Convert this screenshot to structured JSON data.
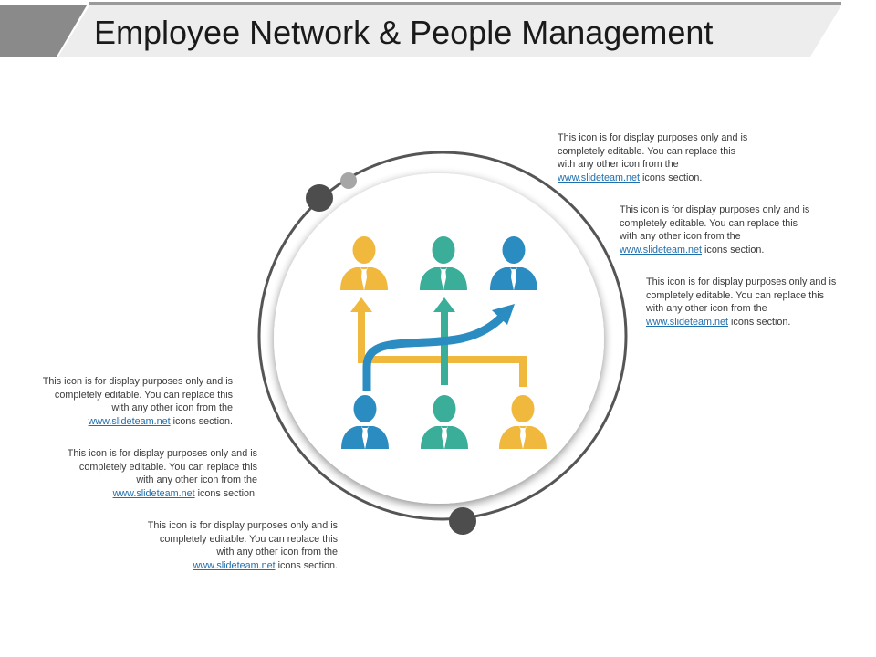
{
  "title": "Employee Network & People Management",
  "notes": [
    {
      "text": "This icon is for display purposes only and is completely editable. You can replace this with any other icon from the",
      "link": "www.slideteam.net",
      "suffix": "icons section."
    },
    {
      "text": "This icon is for display purposes only and is completely editable. You can replace this with any other icon from the",
      "link": "www.slideteam.net",
      "suffix": "icons section."
    },
    {
      "text": "This icon is for display purposes only and is completely editable. You can replace this with any other icon from the",
      "link": "www.slideteam.net",
      "suffix": "icons section."
    },
    {
      "text": "This icon is for display purposes only and is completely editable. You can replace this with any other icon from the",
      "link": "www.slideteam.net",
      "suffix": "icons section."
    },
    {
      "text": "This icon is for display purposes only and is completely editable. You can replace this with any other icon from the",
      "link": "www.slideteam.net",
      "suffix": "icons section."
    },
    {
      "text": "This icon is for display purposes only and is completely editable. You can replace this with any other icon from the",
      "link": "www.slideteam.net",
      "suffix": "icons section."
    }
  ],
  "colors": {
    "yellow": "#F0B93E",
    "teal": "#3AAE99",
    "blue": "#2A8CC0",
    "ring": "#555555",
    "dot_dark": "#4D4D4D",
    "dot_light": "#A6A6A6",
    "header_dark": "#8A8A8A",
    "header_light": "#EDEDED"
  },
  "people_top": [
    {
      "icon": "person-icon",
      "color": "yellow"
    },
    {
      "icon": "person-icon",
      "color": "teal"
    },
    {
      "icon": "person-icon",
      "color": "blue"
    }
  ],
  "people_bottom": [
    {
      "icon": "person-icon",
      "color": "blue"
    },
    {
      "icon": "person-icon",
      "color": "teal"
    },
    {
      "icon": "person-icon",
      "color": "yellow"
    }
  ]
}
